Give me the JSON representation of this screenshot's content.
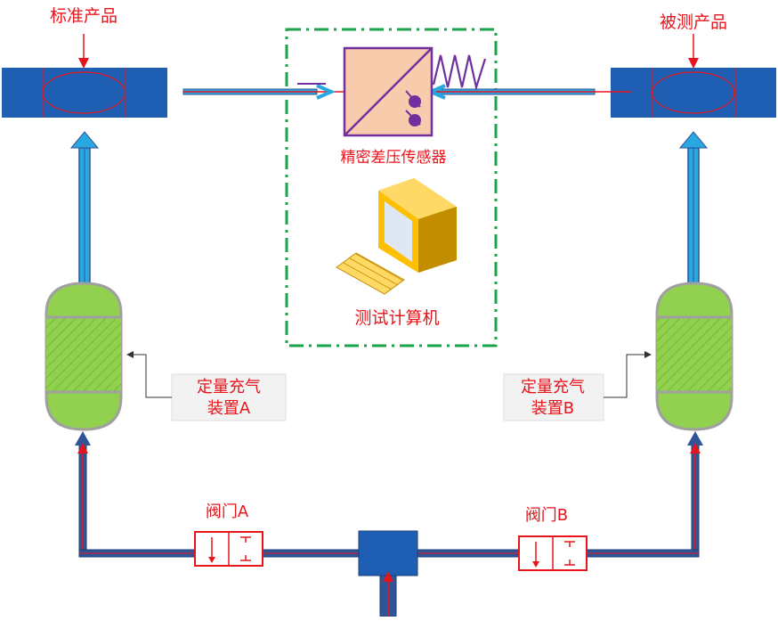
{
  "labels": {
    "standard_product": "标准产品",
    "tested_product": "被测产品",
    "sensor": "精密差压传感器",
    "computer": "测试计算机",
    "fill_a_line1": "定量充气",
    "fill_a_line2": "装置A",
    "fill_b_line1": "定量充气",
    "fill_b_line2": "装置B",
    "valve_a": "阀门A",
    "valve_b": "阀门B"
  },
  "colors": {
    "device_blue": "#1e5fb4",
    "pipe_blue": "#29a7e1",
    "pipe_dark": "#2f5597",
    "signal_red": "#e8141b",
    "tank_green": "#92d050",
    "sensor_fill": "#f8cbad",
    "sensor_stroke": "#7030a0",
    "dashed_frame": "#1aa34a",
    "monitor": "#ffc000"
  }
}
